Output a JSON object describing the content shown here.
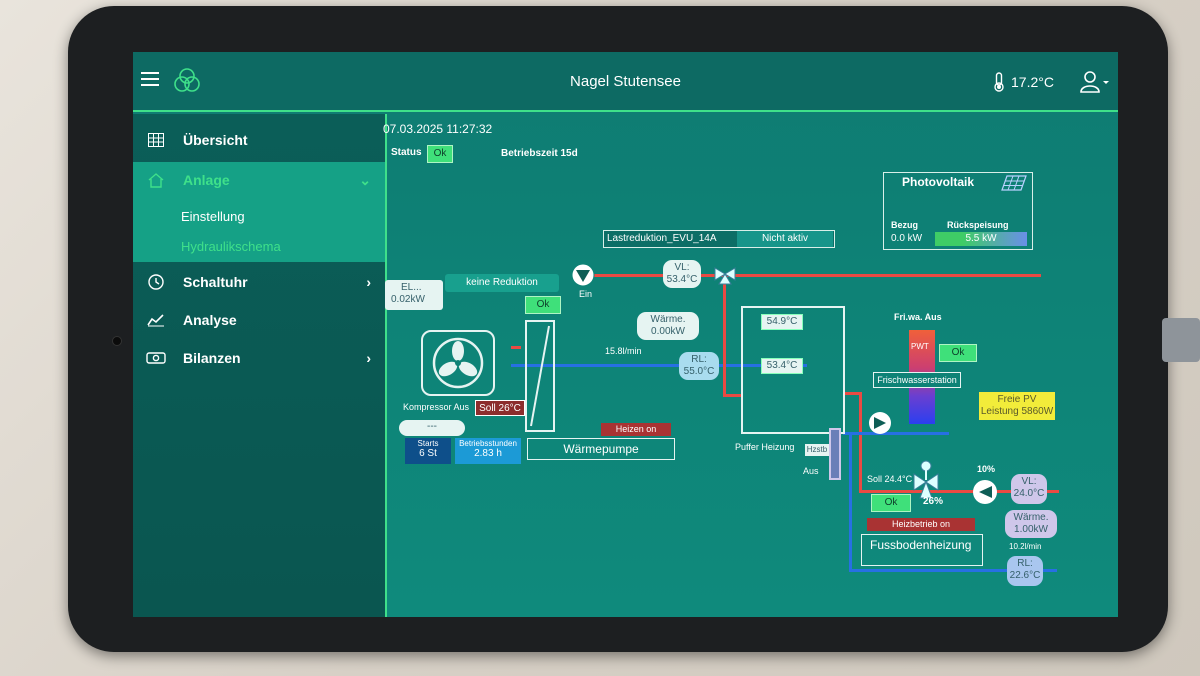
{
  "header": {
    "title": "Nagel Stutensee",
    "outside_temp": "17.2°C"
  },
  "sidebar": {
    "items": [
      {
        "label": "Übersicht",
        "icon": "grid-icon"
      },
      {
        "label": "Anlage",
        "icon": "home-icon"
      },
      {
        "label": "Schaltuhr",
        "icon": "clock-icon"
      },
      {
        "label": "Analyse",
        "icon": "chart-icon"
      },
      {
        "label": "Bilanzen",
        "icon": "money-icon"
      }
    ],
    "subitems": [
      {
        "label": "Einstellung"
      },
      {
        "label": "Hydraulikschema"
      }
    ]
  },
  "status_bar": {
    "datetime": "07.03.2025   11:27:32",
    "status_label": "Status",
    "status_value": "Ok",
    "runtime": "Betriebszeit 15d"
  },
  "load_reduction": {
    "label": "Lastreduktion_EVU_14A",
    "value": "Nicht aktiv"
  },
  "photovoltaic": {
    "title": "Photovoltaik",
    "bezug_label": "Bezug",
    "bezug_value": "0.0 kW",
    "rueck_label": "Rückspeisung",
    "rueck_value": "5.5 kW"
  },
  "heat_pump": {
    "el_label": "EL...",
    "el_value": "0.02kW",
    "reduction": "keine Reduktion",
    "ok": "Ok",
    "compressor": "Kompressor Aus",
    "soll": "Soll 26°C",
    "blank": "---",
    "starts_label": "Starts",
    "starts_value": "6 St",
    "hours_label": "Betriebsstunden",
    "hours_value": "2.83 h",
    "heating_status": "Heizen on",
    "name": "Wärmepumpe",
    "pump_state": "Ein",
    "vl_label": "VL:",
    "vl_value": "53.4°C",
    "heat_label": "Wärme.",
    "heat_value": "0.00kW",
    "flow": "15.8l/min",
    "rl_label": "RL:",
    "rl_value": "55.0°C"
  },
  "buffer": {
    "top_temp": "54.9°C",
    "mid_temp": "53.4°C",
    "name": "Puffer Heizung",
    "heater_label": "Hzstb",
    "heater_state": "Aus"
  },
  "fresh_water": {
    "title": "Fri.wa. Aus",
    "pwt": "PWT",
    "ok": "Ok",
    "name": "Frischwasserstation",
    "pv_free_label": "Freie PV",
    "pv_free_value": "Leistung 5860W"
  },
  "floor_heating": {
    "soll": "Soll 24.4°C",
    "ok": "Ok",
    "mixer_pct": "26%",
    "pump_pct": "10%",
    "vl_label": "VL:",
    "vl_value": "24.0°C",
    "heat_label": "Wärme.",
    "heat_value": "1.00kW",
    "flow": "10.2l/min",
    "rl_label": "RL:",
    "rl_value": "22.6°C",
    "status": "Heizbetrieb on",
    "name": "Fussbodenheizung"
  },
  "colors": {
    "accent": "#3fe08a",
    "supply": "#ea4a43",
    "return": "#2770e3",
    "screen_bg": "#0f8278"
  }
}
